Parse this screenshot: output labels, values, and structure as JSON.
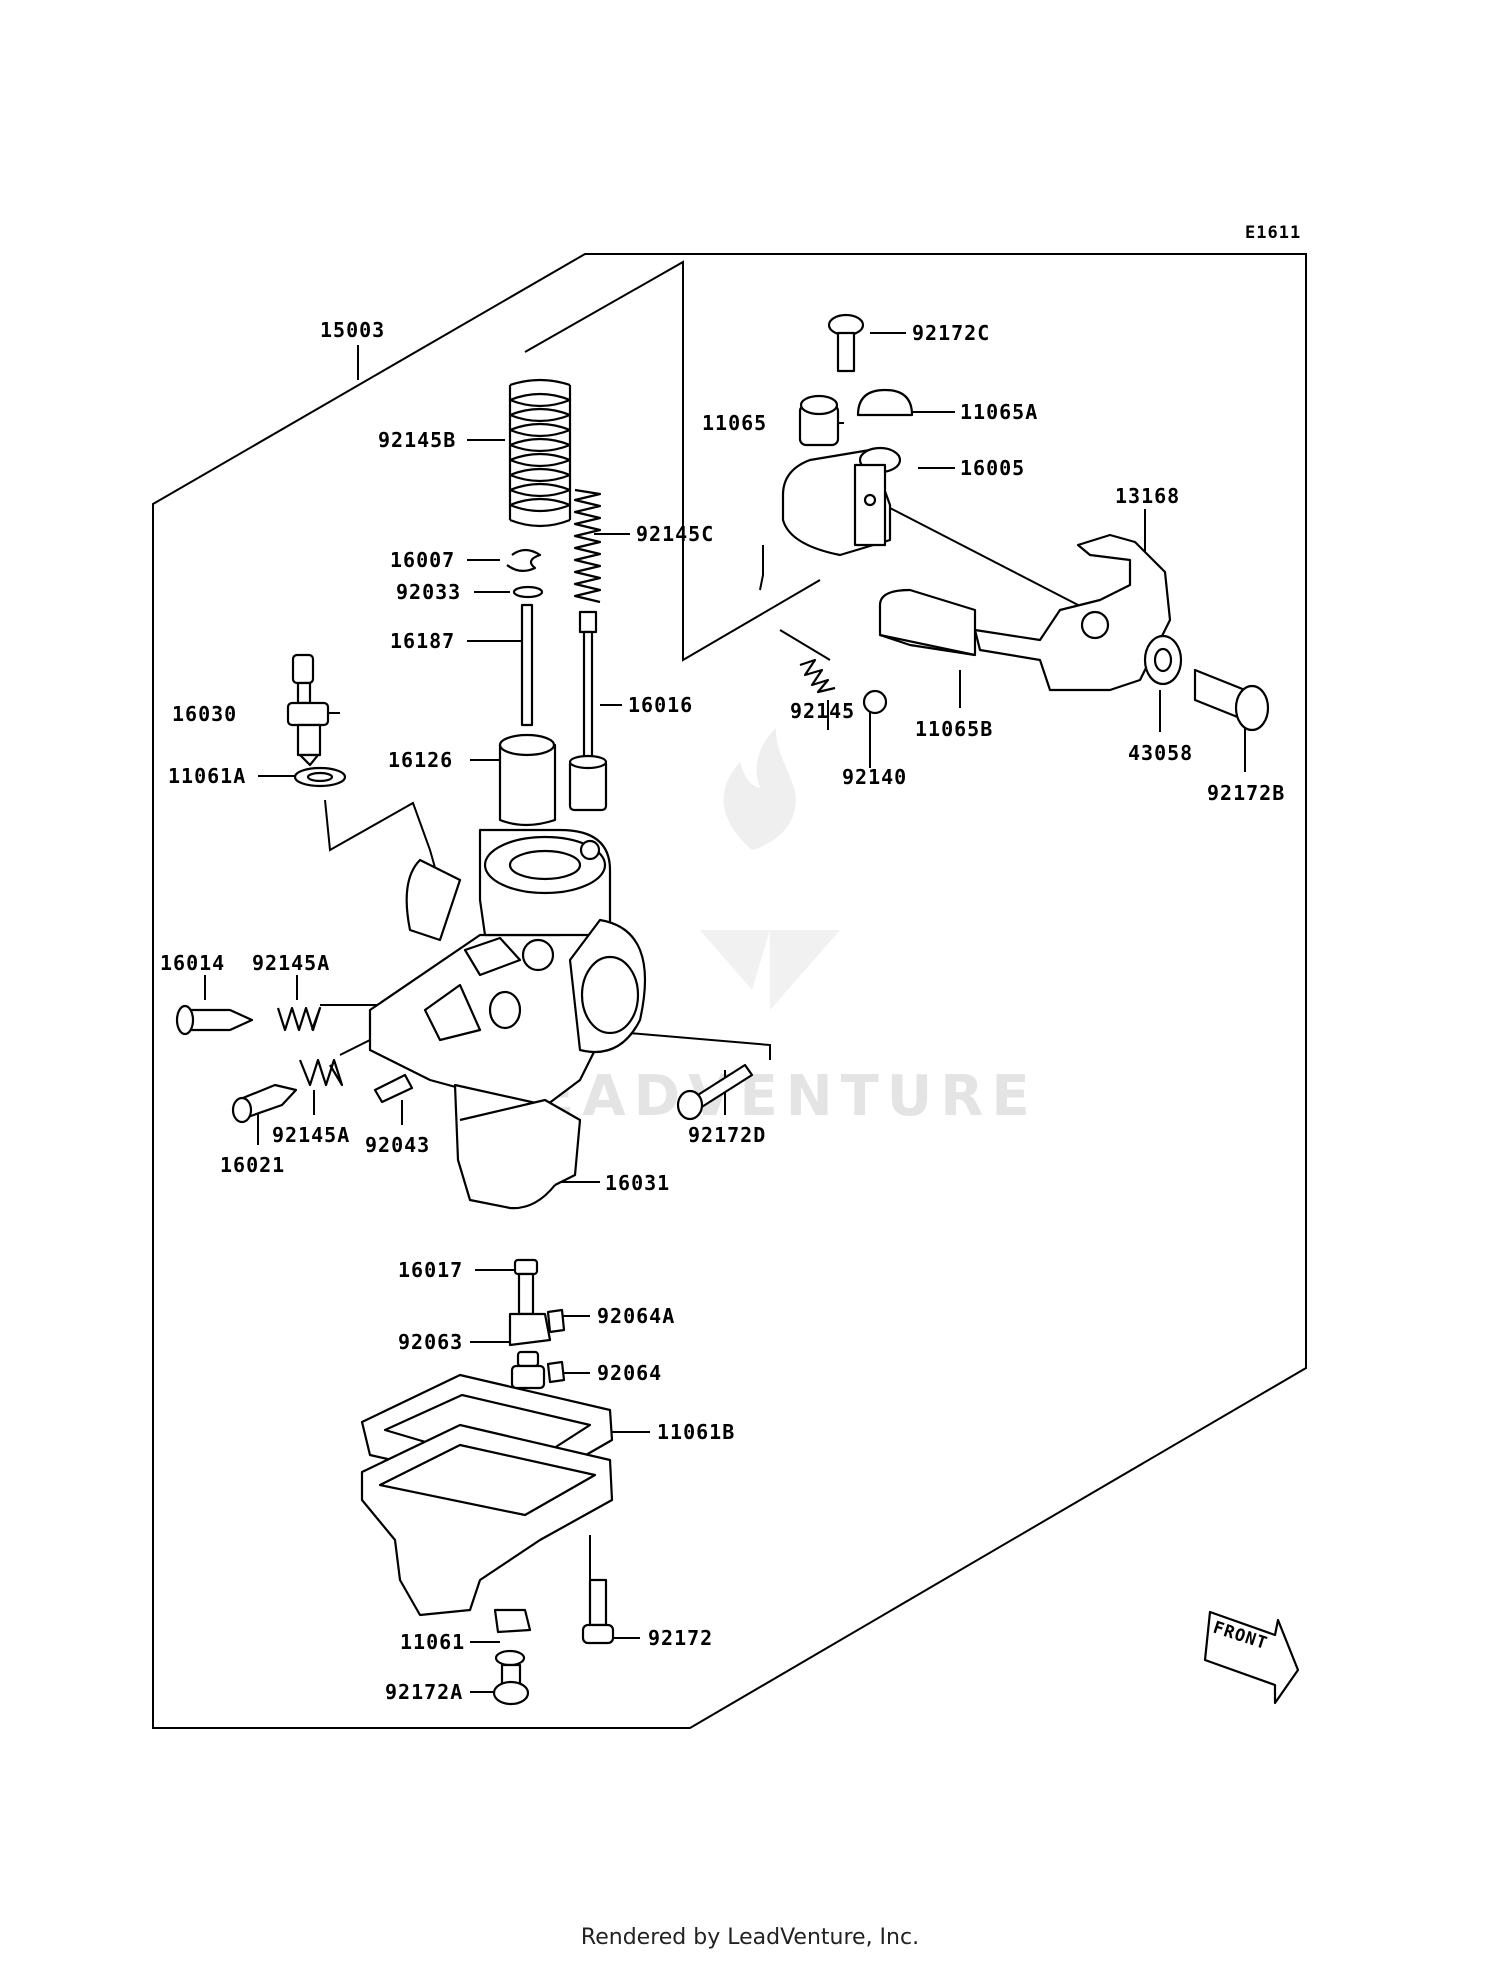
{
  "diagram_code": "E1611",
  "watermark": "LEADVENTURE",
  "footer": "Rendered by LeadVenture, Inc.",
  "front_label": "FRONT",
  "parts": {
    "p15003": "15003",
    "p92145B": "92145B",
    "p16007": "16007",
    "p92033": "92033",
    "p16187": "16187",
    "p92145C": "92145C",
    "p16016": "16016",
    "p16030": "16030",
    "p11061A": "11061A",
    "p16126": "16126",
    "p92172C": "92172C",
    "p11065": "11065",
    "p11065A": "11065A",
    "p16005": "16005",
    "p13168": "13168",
    "p92145": "92145",
    "p92140": "92140",
    "p11065B": "11065B",
    "p43058": "43058",
    "p92172B": "92172B",
    "p16014": "16014",
    "p92145A_1": "92145A",
    "p92145A_2": "92145A",
    "p16021": "16021",
    "p92043": "92043",
    "p92172D": "92172D",
    "p16031": "16031",
    "p16017": "16017",
    "p92064A": "92064A",
    "p92063": "92063",
    "p92064": "92064",
    "p11061B": "11061B",
    "p11061": "11061",
    "p92172": "92172",
    "p92172A": "92172A"
  }
}
